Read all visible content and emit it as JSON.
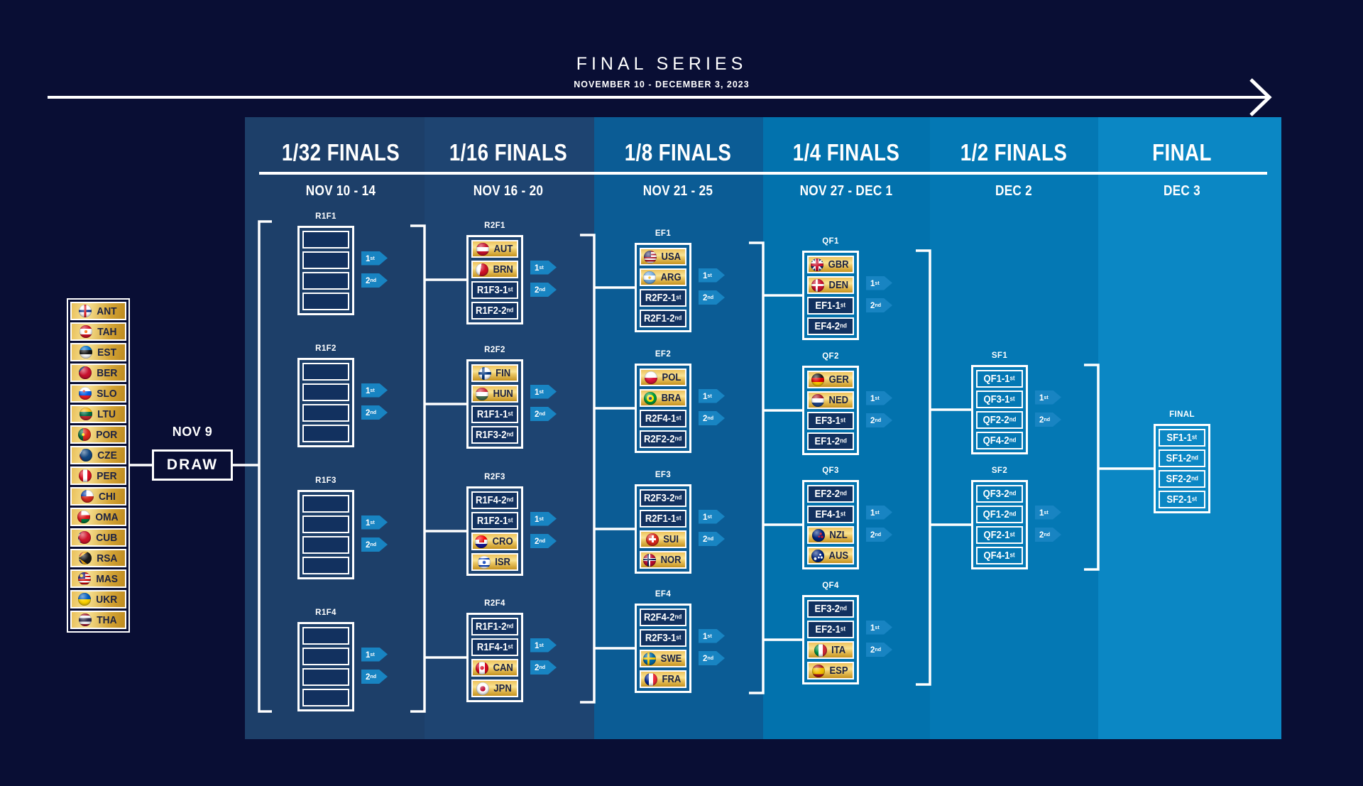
{
  "title": {
    "heading": "FINAL SERIES",
    "subheading": "NOVEMBER 10 - DECEMBER 3, 2023"
  },
  "entry": {
    "date_label": "NOV 9",
    "draw_label": "DRAW"
  },
  "qualifiers": [
    "ANT",
    "TAH",
    "EST",
    "BER",
    "SLO",
    "LTU",
    "POR",
    "CZE",
    "PER",
    "CHI",
    "OMA",
    "CUB",
    "RSA",
    "MAS",
    "UKR",
    "THA"
  ],
  "qualifier_tags": [
    "1st",
    "2nd"
  ],
  "columns": [
    {
      "title": "1/32 FINALS",
      "date": "NOV 10 - 14",
      "boxes": [
        {
          "name": "R1F1",
          "rows": [
            {},
            {},
            {},
            {}
          ]
        },
        {
          "name": "R1F2",
          "rows": [
            {},
            {},
            {},
            {}
          ]
        },
        {
          "name": "R1F3",
          "rows": [
            {},
            {},
            {},
            {}
          ]
        },
        {
          "name": "R1F4",
          "rows": [
            {},
            {},
            {},
            {}
          ]
        }
      ]
    },
    {
      "title": "1/16 FINALS",
      "date": "NOV 16 - 20",
      "boxes": [
        {
          "name": "R2F1",
          "rows": [
            {
              "flag": "AUT",
              "label": "AUT"
            },
            {
              "flag": "BRN",
              "label": "BRN"
            },
            {
              "label": "R1F3-1st"
            },
            {
              "label": "R1F2-2nd"
            }
          ]
        },
        {
          "name": "R2F2",
          "rows": [
            {
              "flag": "FIN",
              "label": "FIN"
            },
            {
              "flag": "HUN",
              "label": "HUN"
            },
            {
              "label": "R1F1-1st"
            },
            {
              "label": "R1F3-2nd"
            }
          ]
        },
        {
          "name": "R2F3",
          "rows": [
            {
              "label": "R1F4-2nd"
            },
            {
              "label": "R1F2-1st"
            },
            {
              "flag": "CRO",
              "label": "CRO"
            },
            {
              "flag": "ISR",
              "label": "ISR"
            }
          ]
        },
        {
          "name": "R2F4",
          "rows": [
            {
              "label": "R1F1-2nd"
            },
            {
              "label": "R1F4-1st"
            },
            {
              "flag": "CAN",
              "label": "CAN"
            },
            {
              "flag": "JPN",
              "label": "JPN"
            }
          ]
        }
      ]
    },
    {
      "title": "1/8 FINALS",
      "date": "NOV 21 - 25",
      "boxes": [
        {
          "name": "EF1",
          "rows": [
            {
              "flag": "USA",
              "label": "USA"
            },
            {
              "flag": "ARG",
              "label": "ARG"
            },
            {
              "label": "R2F2-1st"
            },
            {
              "label": "R2F1-2nd"
            }
          ]
        },
        {
          "name": "EF2",
          "rows": [
            {
              "flag": "POL",
              "label": "POL"
            },
            {
              "flag": "BRA",
              "label": "BRA"
            },
            {
              "label": "R2F4-1st"
            },
            {
              "label": "R2F2-2nd"
            }
          ]
        },
        {
          "name": "EF3",
          "rows": [
            {
              "label": "R2F3-2nd"
            },
            {
              "label": "R2F1-1st"
            },
            {
              "flag": "SUI",
              "label": "SUI"
            },
            {
              "flag": "NOR",
              "label": "NOR"
            }
          ]
        },
        {
          "name": "EF4",
          "rows": [
            {
              "label": "R2F4-2nd"
            },
            {
              "label": "R2F3-1st"
            },
            {
              "flag": "SWE",
              "label": "SWE"
            },
            {
              "flag": "FRA",
              "label": "FRA"
            }
          ]
        }
      ]
    },
    {
      "title": "1/4 FINALS",
      "date": "NOV 27 - DEC 1",
      "boxes": [
        {
          "name": "QF1",
          "rows": [
            {
              "flag": "GBR",
              "label": "GBR"
            },
            {
              "flag": "DEN",
              "label": "DEN"
            },
            {
              "label": "EF1-1st"
            },
            {
              "label": "EF4-2nd"
            }
          ]
        },
        {
          "name": "QF2",
          "rows": [
            {
              "flag": "GER",
              "label": "GER"
            },
            {
              "flag": "NED",
              "label": "NED"
            },
            {
              "label": "EF3-1st"
            },
            {
              "label": "EF1-2nd"
            }
          ]
        },
        {
          "name": "QF3",
          "rows": [
            {
              "label": "EF2-2nd"
            },
            {
              "label": "EF4-1st"
            },
            {
              "flag": "NZL",
              "label": "NZL"
            },
            {
              "flag": "AUS",
              "label": "AUS"
            }
          ]
        },
        {
          "name": "QF4",
          "rows": [
            {
              "label": "EF3-2nd"
            },
            {
              "label": "EF2-1st"
            },
            {
              "flag": "ITA",
              "label": "ITA"
            },
            {
              "flag": "ESP",
              "label": "ESP"
            }
          ]
        }
      ]
    },
    {
      "title": "1/2 FINALS",
      "date": "DEC 2",
      "boxes": [
        {
          "name": "SF1",
          "rows": [
            {
              "label": "QF1-1st"
            },
            {
              "label": "QF3-1st"
            },
            {
              "label": "QF2-2nd"
            },
            {
              "label": "QF4-2nd"
            }
          ]
        },
        {
          "name": "SF2",
          "rows": [
            {
              "label": "QF3-2nd"
            },
            {
              "label": "QF1-2nd"
            },
            {
              "label": "QF2-1st"
            },
            {
              "label": "QF4-1st"
            }
          ]
        }
      ]
    },
    {
      "title": "FINAL",
      "date": "DEC 3",
      "boxes": [
        {
          "name": "FINAL",
          "rows": [
            {
              "label": "SF1-1st"
            },
            {
              "label": "SF1-2nd"
            },
            {
              "label": "SF2-2nd"
            },
            {
              "label": "SF2-1st"
            }
          ]
        }
      ]
    }
  ],
  "colors": {
    "background": "#090e34",
    "column_shades": [
      "#1d3f69",
      "#1e4471",
      "#0b5c95",
      "#0272ad",
      "#0478b4",
      "#0b87c4"
    ],
    "row_navy": "#12315f",
    "tag_blue": "#1884c2",
    "gold_light": "#f8e394",
    "gold_dark": "#c6921f",
    "line_white": "#ffffff",
    "text_navy": "#1b2142"
  }
}
